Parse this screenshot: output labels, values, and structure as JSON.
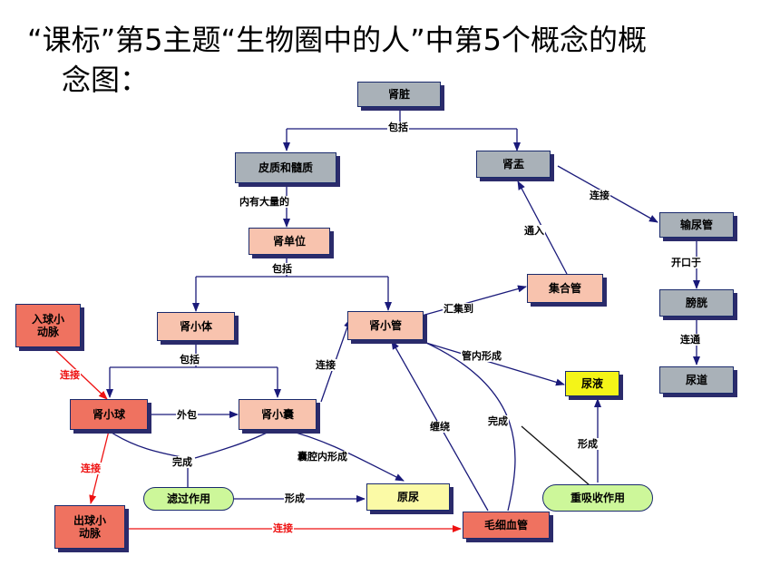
{
  "title": {
    "line1": "“课标”第5主题“生物圈中的人”中第5个概念的概",
    "line2": "念图："
  },
  "nodes": {
    "shenzang": "肾脏",
    "pizhi": "皮质和髓质",
    "shenyu": "肾盂",
    "shuniaoguan": "输尿管",
    "shendanwei": "肾单位",
    "jiheguan": "集合管",
    "pangguang": "膀胱",
    "niaodao": "尿道",
    "shenxiaoti": "肾小体",
    "shenxiaoguan": "肾小管",
    "ruqiu": "入球小动脉",
    "shenxiaoqiu": "肾小球",
    "shenxiaonang": "肾小囊",
    "niaoye": "尿液",
    "guolv": "滤过作用",
    "yuanniao": "原尿",
    "chongxishou": "重吸收作用",
    "chuqiu": "出球小动脉",
    "maoxi": "毛细血管"
  },
  "labels": {
    "baokuo1": "包括",
    "neiyou": "内有大量的",
    "lianjie1": "连接",
    "tongru": "通入",
    "kaikouyu": "开口于",
    "baokuo2": "包括",
    "huijidao": "汇集到",
    "liantong": "连通",
    "baokuo3": "包括",
    "lianjie2": "连接",
    "guanneixingcheng": "管内形成",
    "lianjie3": "连接",
    "waibao": "外包",
    "chanrao": "缠绕",
    "wancheng1": "完成",
    "wancheng2": "完成",
    "nangqiang": "囊腔内形成",
    "lianjie4": "连接",
    "xingcheng1": "形成",
    "xingcheng2": "形成",
    "lianjie5": "连接"
  }
}
